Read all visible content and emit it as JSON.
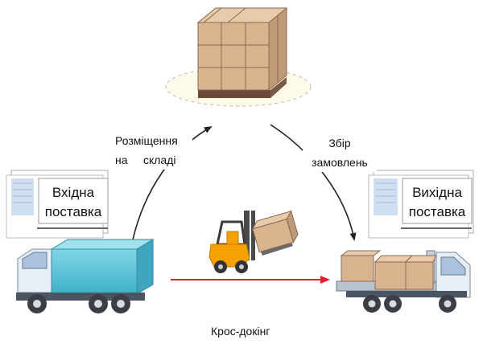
{
  "labels": {
    "store": [
      "Розміщення",
      "на     складі"
    ],
    "picking": [
      "Збір",
      "замовлень"
    ],
    "incoming": [
      "Вхідна",
      "поставка"
    ],
    "outgoing": [
      "Вихідна",
      "поставка"
    ],
    "crossdock": "Крос-докінг"
  },
  "colors": {
    "truck_cargo": "#5bc6da",
    "box": "#d9b48f",
    "pallet": "#7a5a44",
    "cross_arrow": "#e21f2f",
    "forklift": "#f5a200"
  }
}
